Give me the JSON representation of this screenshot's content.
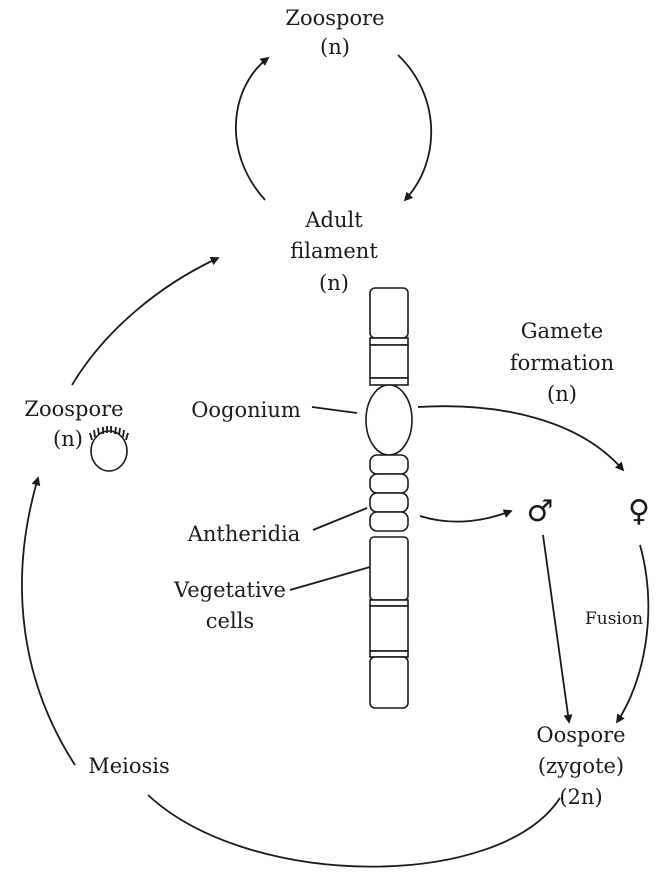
{
  "labels": {
    "zoospore_top": "Zoospore",
    "zoospore_top_ploidy": "(n)",
    "adult_line1": "Adult",
    "adult_line2": "filament",
    "adult_ploidy": "(n)",
    "gamete_line1": "Gamete",
    "gamete_line2": "formation",
    "gamete_ploidy": "(n)",
    "zoospore_left": "Zoospore",
    "zoospore_left_ploidy": "(n)",
    "oogonium": "Oogonium",
    "antheridia": "Antheridia",
    "vegetative_line1": "Vegetative",
    "vegetative_line2": "cells",
    "fusion": "Fusion",
    "oospore_line1": "Oospore",
    "oospore_line2": "(zygote)",
    "oospore_ploidy": "(2n)",
    "meiosis": "Meiosis",
    "male_symbol": "♂",
    "female_symbol": "♀"
  }
}
